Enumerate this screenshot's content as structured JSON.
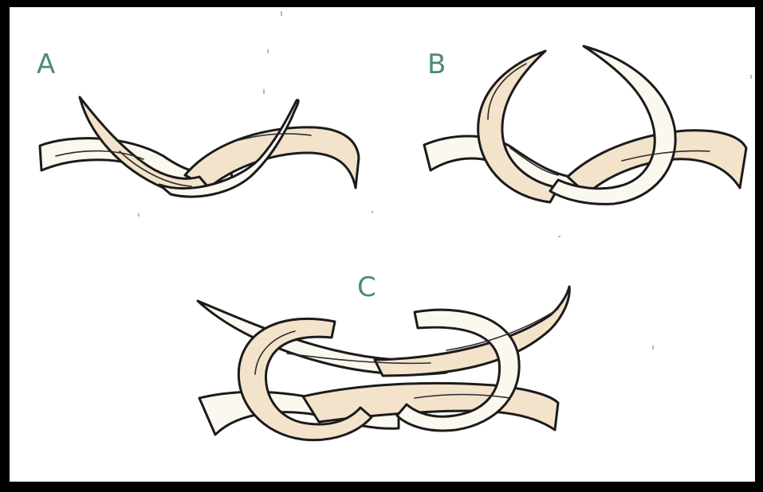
{
  "figure": {
    "panels": [
      {
        "label": "A"
      },
      {
        "label": "B"
      },
      {
        "label": "C"
      }
    ]
  },
  "colors": {
    "frame": "#000000",
    "background": "#ffffff",
    "label": "#4f8a78",
    "rope_warm": "#f3e3cb",
    "rope_light": "#fbf8ef",
    "outline": "#1b1b1b"
  }
}
